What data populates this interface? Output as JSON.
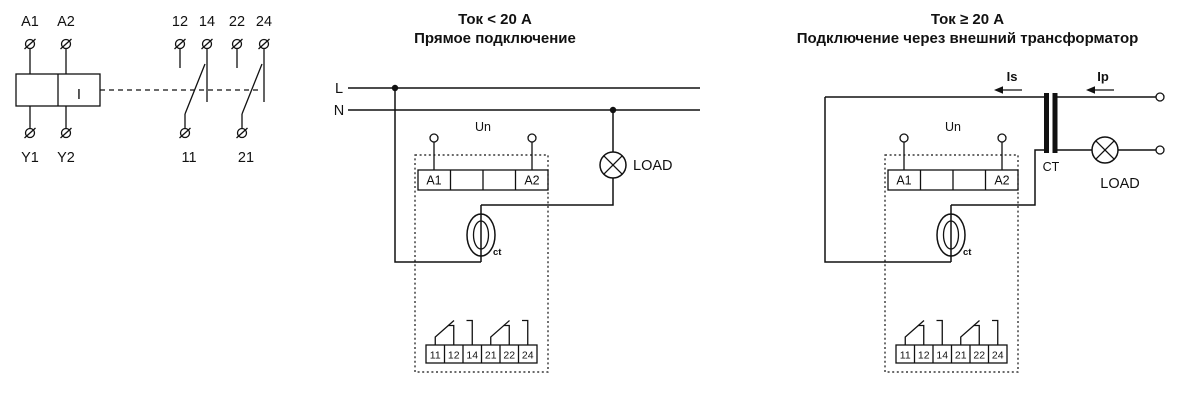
{
  "device_diagram": {
    "top_terminals": [
      "A1",
      "A2"
    ],
    "bottom_terminals": [
      "Y1",
      "Y2"
    ],
    "coil_mark": "I",
    "contact_top_terminals": [
      "12",
      "14",
      "22",
      "24"
    ],
    "contact_common_terminals": [
      "11",
      "21"
    ]
  },
  "direct_connection": {
    "title_line1": "Ток < 20 А",
    "title_line2": "Прямое подключение",
    "live_label": "L",
    "neutral_label": "N",
    "supply_label": "Un",
    "input_terminals": [
      "A1",
      "A2"
    ],
    "internal_ct_label": "ct",
    "load_label": "LOAD",
    "output_terminals": [
      "11",
      "12",
      "14",
      "21",
      "22",
      "24"
    ]
  },
  "transformer_connection": {
    "title_line1": "Ток ≥ 20 А",
    "title_line2": "Подключение через внешний трансформатор",
    "secondary_current_label": "Is",
    "primary_current_label": "Ip",
    "external_ct_label": "CT",
    "supply_label": "Un",
    "input_terminals": [
      "A1",
      "A2"
    ],
    "internal_ct_label": "ct",
    "load_label": "LOAD",
    "output_terminals": [
      "11",
      "12",
      "14",
      "21",
      "22",
      "24"
    ]
  },
  "colors": {
    "ink": "#111111",
    "background": "#ffffff"
  }
}
